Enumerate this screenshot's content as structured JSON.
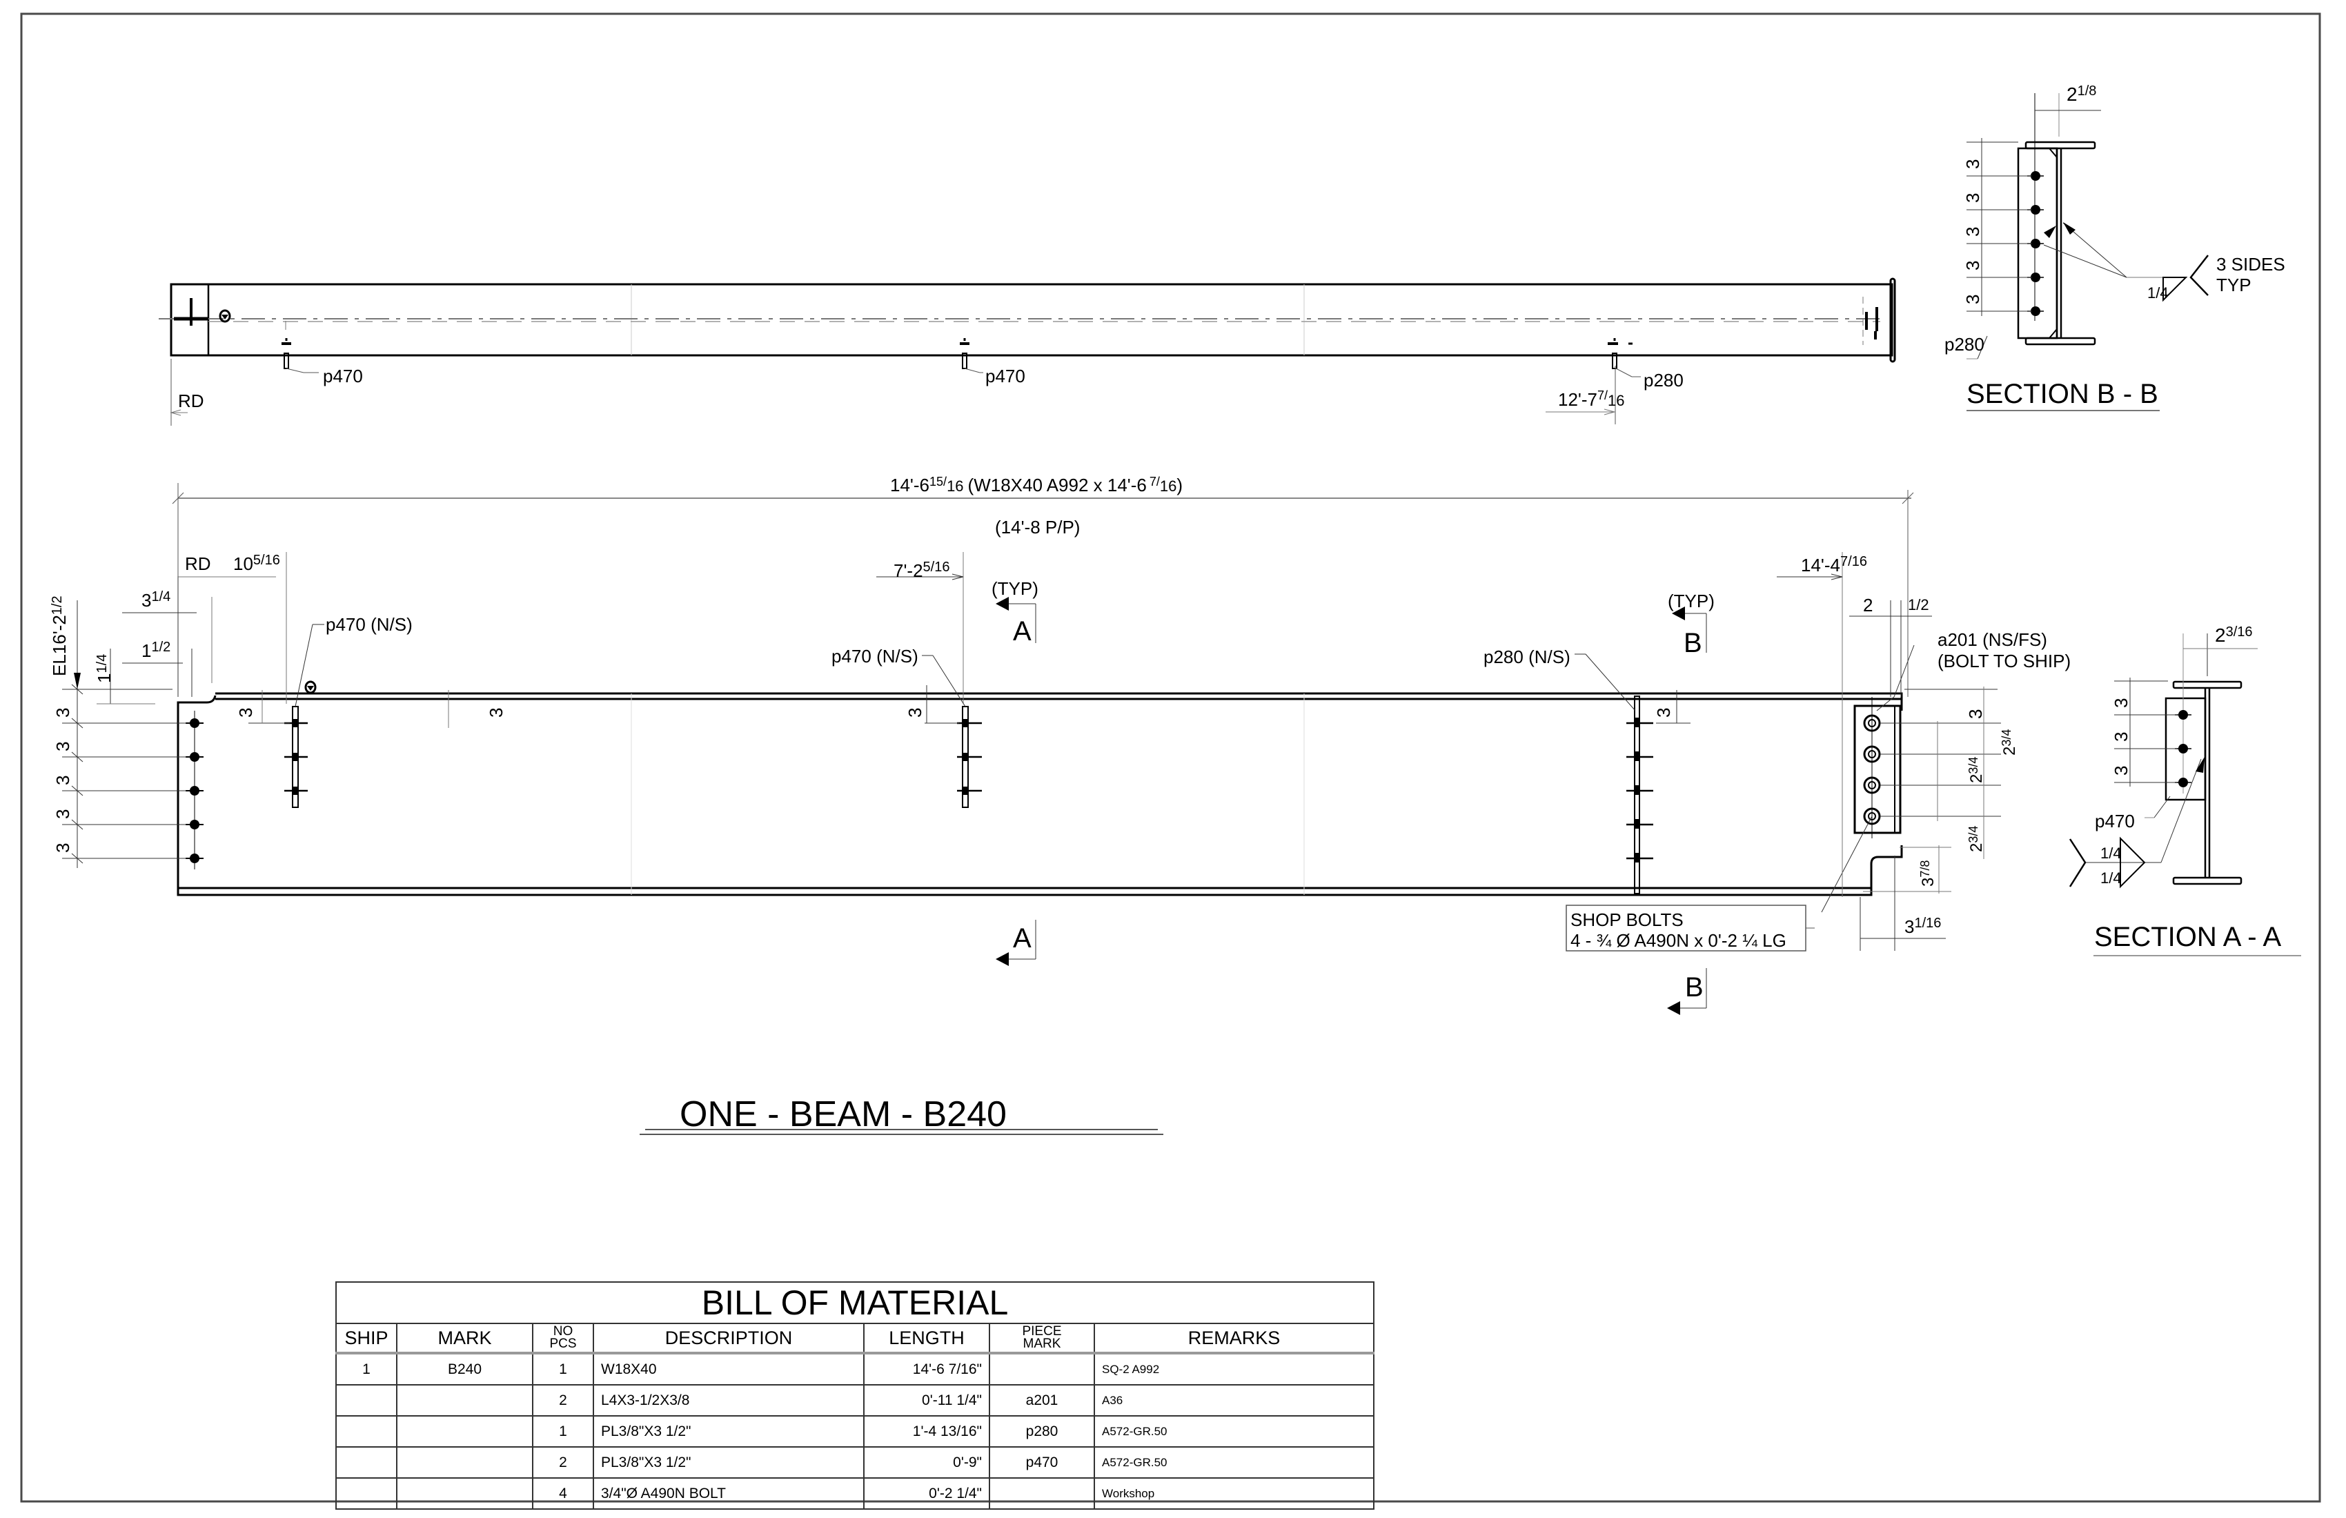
{
  "drawing": {
    "title": "ONE - BEAM - B240",
    "plan_view": {
      "labels": {
        "p470_left": "p470",
        "p470_mid": "p470",
        "p280": "p280",
        "rd": "RD",
        "dim_12_7": "12'-7",
        "dim_12_7_frac_num": "7",
        "dim_12_7_frac_den": "16"
      }
    },
    "elevation": {
      "overall_length": "14'-6",
      "overall_length_frac_num": "15",
      "overall_length_frac_den": "16",
      "overall_desc": "(W18X40 A992 x 14'-6",
      "overall_desc_frac_num": "7",
      "overall_desc_frac_den": "16",
      "overall_desc_close": ")",
      "pp_length": "(14'-8 P/P)",
      "rd": "RD",
      "dim_10": "10",
      "dim_10_frac": "5/16",
      "dim_3_1_4": "3",
      "dim_3_1_4_frac": "1/4",
      "dim_1_1_2": "1",
      "dim_1_1_2_frac": "1/2",
      "dim_1_1_4": "1",
      "dim_1_1_4_frac": "1/4",
      "elevation_label": "EL16'-2",
      "elevation_label_frac": "1/2",
      "dim_7_2": "7'-2",
      "dim_7_2_frac": "5/16",
      "dim_14_4": "14'-4",
      "dim_14_4_frac": "7/16",
      "dim_2": "2",
      "dim_half": "1/2",
      "bolt_spacing": "3",
      "p470_ns_left": "p470 (N/S)",
      "p470_ns_mid": "p470 (N/S)",
      "p280_ns": "p280 (N/S)",
      "a201_label": "a201 (NS/FS)",
      "a201_sub": "(BOLT TO SHIP)",
      "dim_2_3_4": "2",
      "dim_2_3_4_frac": "3/4",
      "dim_3_7_8": "3",
      "dim_3_7_8_frac": "7/8",
      "dim_3_1_16": "3",
      "dim_3_1_16_frac": "1/16",
      "shop_bolts_title": "SHOP BOLTS",
      "shop_bolts_desc": "4 - ¾ Ø A490N x 0'-2 ¼ LG",
      "section_a_typ": "(TYP)",
      "section_b_typ": "(TYP)",
      "section_a_letter": "A",
      "section_b_letter": "B"
    },
    "section_bb": {
      "title": "SECTION B - B",
      "dim_top": "2",
      "dim_top_frac": "1/8",
      "spacing": "3",
      "plate_label": "p280",
      "weld_size": "1/4",
      "weld_note_1": "3 SIDES",
      "weld_note_2": "TYP"
    },
    "section_aa": {
      "title": "SECTION  A -  A",
      "dim_top": "2",
      "dim_top_frac": "3/16",
      "spacing": "3",
      "plate_label": "p470",
      "weld_size_top": "1/4",
      "weld_size_bottom": "1/4"
    }
  },
  "bom": {
    "title": "BILL OF MATERIAL",
    "headers": {
      "ship": "SHIP",
      "mark": "MARK",
      "no_pcs_1": "NO",
      "no_pcs_2": "PCS",
      "description": "DESCRIPTION",
      "length": "LENGTH",
      "piece_mark_1": "PIECE",
      "piece_mark_2": "MARK",
      "remarks": "REMARKS"
    },
    "rows": [
      {
        "ship": "1",
        "mark": "B240",
        "qty": "1",
        "description": "W18X40",
        "length": "14'-6 7/16\"",
        "piece_mark": "",
        "remarks": "SQ-2  A992"
      },
      {
        "ship": "",
        "mark": "",
        "qty": "2",
        "description": "L4X3-1/2X3/8",
        "length": "0'-11 1/4\"",
        "piece_mark": "a201",
        "remarks": "A36"
      },
      {
        "ship": "",
        "mark": "",
        "qty": "1",
        "description": "PL3/8\"X3 1/2\"",
        "length": "1'-4 13/16\"",
        "piece_mark": "p280",
        "remarks": "A572-GR.50"
      },
      {
        "ship": "",
        "mark": "",
        "qty": "2",
        "description": "PL3/8\"X3 1/2\"",
        "length": "0'-9\"",
        "piece_mark": "p470",
        "remarks": "A572-GR.50"
      },
      {
        "ship": "",
        "mark": "",
        "qty": "4",
        "description": "3/4\"Ø A490N BOLT",
        "length": "0'-2 1/4\"",
        "piece_mark": "",
        "remarks": "Workshop"
      }
    ]
  }
}
